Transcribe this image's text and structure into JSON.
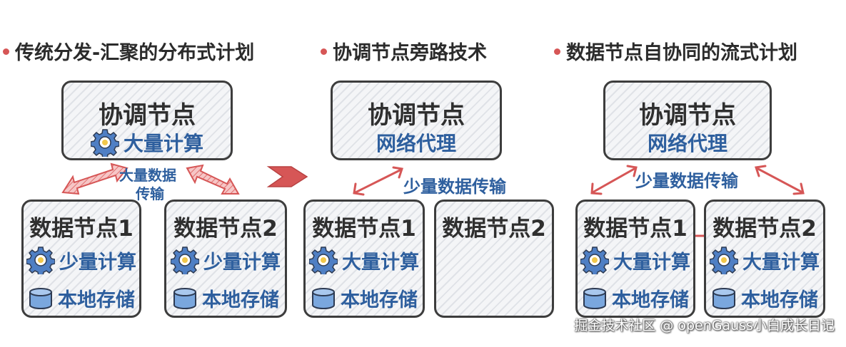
{
  "sections": [
    {
      "title": "传统分发-汇聚的分布式计划"
    },
    {
      "title": "协调节点旁路技术"
    },
    {
      "title": "数据节点自协同的流式计划"
    }
  ],
  "diagram1": {
    "coord": {
      "title": "协调节点",
      "row": "大量计算"
    },
    "link_label_line1": "大量数据",
    "link_label_line2": "传输",
    "dn1": {
      "title": "数据节点1",
      "compute": "少量计算",
      "storage": "本地存储"
    },
    "dn2": {
      "title": "数据节点2",
      "compute": "少量计算",
      "storage": "本地存储"
    }
  },
  "diagram2": {
    "coord": {
      "title": "协调节点",
      "row": "网络代理"
    },
    "link_label": "少量数据传输",
    "dn1": {
      "title": "数据节点1",
      "compute": "大量计算",
      "storage": "本地存储"
    },
    "dn2": {
      "title": "数据节点2"
    }
  },
  "diagram3": {
    "coord": {
      "title": "协调节点",
      "row": "网络代理"
    },
    "link_label": "少量数据传输",
    "dn1": {
      "title": "数据节点1",
      "compute": "大量计算",
      "storage": "本地存储"
    },
    "dn2": {
      "title": "数据节点2",
      "compute": "大量计算",
      "storage": "本地存储"
    }
  },
  "watermark": "掘金技术社区 @ openGauss小白成长日记",
  "colors": {
    "accent_red": "#d65656",
    "text_blue": "#2e5f9e",
    "border_dark": "#3d3d3d",
    "gear_blue": "#4f7fc4",
    "gear_center": "#f2c84b"
  }
}
